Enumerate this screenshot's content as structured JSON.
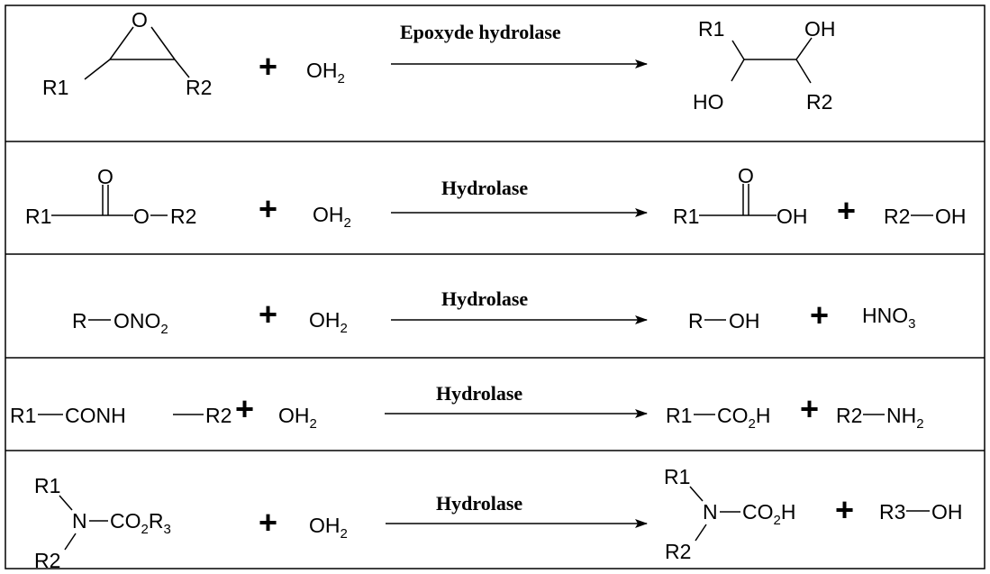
{
  "reactions": [
    {
      "enzyme": "Epoxyde hydrolase",
      "substrate": {
        "epoxide_oxygen": "O",
        "r_left": "R1",
        "r_right": "R2"
      },
      "plus_sign": "+",
      "water": {
        "main": "OH",
        "sub": "2"
      },
      "product": {
        "r1": "R1",
        "oh_top": "OH",
        "ho_bottom": "HO",
        "r2": "R2"
      }
    },
    {
      "enzyme": "Hydrolase",
      "substrate": {
        "r1": "R1",
        "carbonyl_o": "O",
        "ester_o": "O",
        "r2": "R2"
      },
      "plus_sign": "+",
      "water": {
        "main": "OH",
        "sub": "2"
      },
      "product1": {
        "r1": "R1",
        "carbonyl_o": "O",
        "oh": "OH"
      },
      "plus_sign_2": "+",
      "product2": {
        "r2": "R2",
        "oh": "OH"
      }
    },
    {
      "enzyme": "Hydrolase",
      "substrate": {
        "r": "R",
        "ono": "ONO",
        "sub": "2"
      },
      "plus_sign": "+",
      "water": {
        "main": "OH",
        "sub": "2"
      },
      "product1": {
        "r": "R",
        "oh": "OH"
      },
      "plus_sign_2": "+",
      "product2": {
        "main": "HNO",
        "sub": "3"
      }
    },
    {
      "enzyme": "Hydrolase",
      "substrate": {
        "r1": "R1",
        "conh": "CONH",
        "r2": "R2"
      },
      "plus_sign": "+",
      "water": {
        "main": "OH",
        "sub": "2"
      },
      "product1": {
        "r1": "R1",
        "co": "CO",
        "sub": "2",
        "h": "H"
      },
      "plus_sign_2": "+",
      "product2": {
        "r2": "R2",
        "nh": "NH",
        "sub": "2"
      }
    },
    {
      "enzyme": "Hydrolase",
      "substrate": {
        "r1": "R1",
        "n": "N",
        "r2": "R2",
        "co": "CO",
        "sub1": "2",
        "r": "R",
        "sub2": "3"
      },
      "plus_sign": "+",
      "water": {
        "main": "OH",
        "sub": "2"
      },
      "product1": {
        "r1": "R1",
        "n": "N",
        "r2": "R2",
        "co": "CO",
        "sub": "2",
        "h": "H"
      },
      "plus_sign_2": "+",
      "product2": {
        "r3": "R3",
        "oh": "OH"
      }
    }
  ]
}
